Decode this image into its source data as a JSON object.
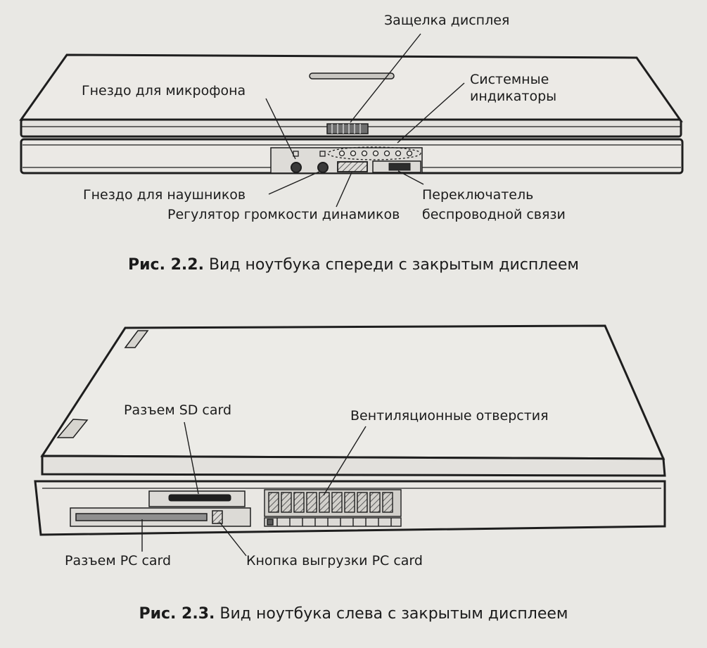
{
  "figure1": {
    "labels": {
      "display_latch": "Защелка дисплея",
      "system_indicators_line1": "Системные",
      "system_indicators_line2": "индикаторы",
      "mic_jack": "Гнездо для микрофона",
      "headphone_jack": "Гнездо для наушников",
      "volume_control": "Регулятор громкости динамиков",
      "wireless_switch_line1": "Переключатель",
      "wireless_switch_line2": "беспроводной связи"
    },
    "caption_number": "Рис. 2.2.",
    "caption_text": " Вид ноутбука спереди с закрытым дисплеем"
  },
  "figure2": {
    "labels": {
      "sd_slot": "Разъем SD card",
      "vents": "Вентиляционные отверстия",
      "pc_card_slot": "Разъем PC card",
      "pc_card_eject": "Кнопка выгрузки PC card"
    },
    "caption_number": "Рис. 2.3.",
    "caption_text": " Вид ноутбука слева с закрытым дисплеем"
  },
  "colors": {
    "background": "#e9e8e4",
    "line": "#1e1e1e",
    "shade": "#8f8f8f"
  }
}
